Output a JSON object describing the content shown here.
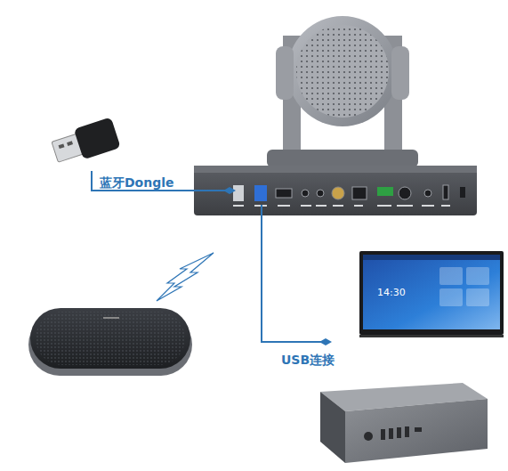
{
  "diagram": {
    "labels": [
      "蓝牙Dongle",
      "USB连接",
      "14:30"
    ]
  }
}
